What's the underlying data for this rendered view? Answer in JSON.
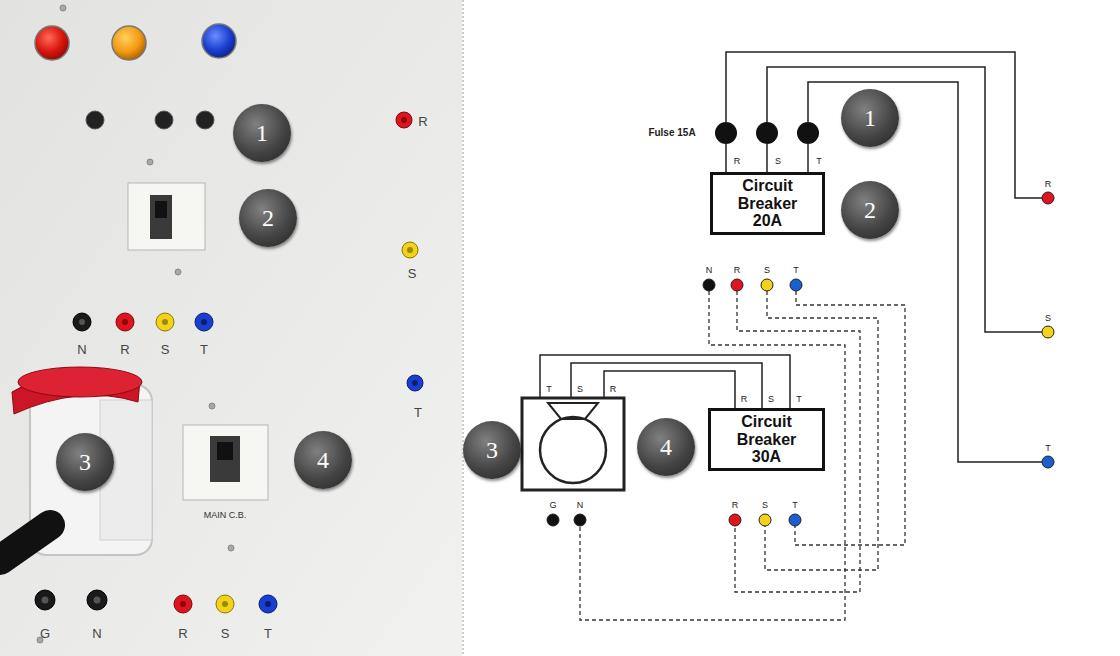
{
  "diagram": {
    "nodes": [
      {
        "text": [
          "1"
        ]
      },
      {
        "text": [
          "2"
        ]
      },
      {
        "text": [
          "3"
        ]
      },
      {
        "text": [
          "4"
        ]
      },
      {
        "text": [
          "1"
        ]
      },
      {
        "text": [
          "Circuit Breaker 20A"
        ]
      },
      {
        "text": [
          "2"
        ]
      },
      {
        "text": [
          "3"
        ]
      },
      {
        "text": [
          "4"
        ]
      },
      {
        "text": [
          "Circuit Breaker 30A"
        ]
      }
    ],
    "labels": [
      "R",
      "S",
      "N",
      "R",
      "S",
      "T",
      "T",
      "MAIN C.B.",
      "G",
      "N",
      "R",
      "S",
      "T",
      "Fulse 15A",
      "R",
      "S",
      "T",
      "R",
      "N",
      "R",
      "S",
      "T",
      "S",
      "T",
      "S",
      "R",
      "R",
      "S",
      "T",
      "T",
      "G",
      "N",
      "R",
      "S",
      "T"
    ]
  }
}
